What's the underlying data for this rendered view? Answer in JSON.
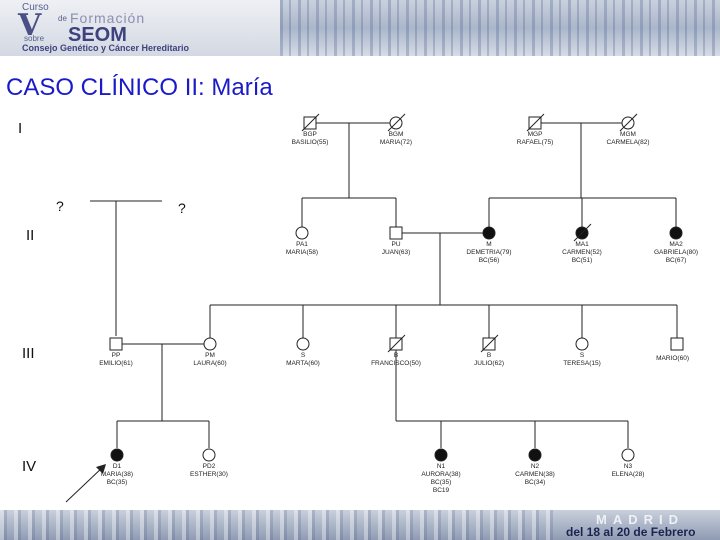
{
  "header": {
    "logo_curso": "Curso",
    "logo_de": "de",
    "logo_formacion": "Formación",
    "logo_seom": "SEOM",
    "logo_sobre": "sobre",
    "logo_consejo": "Consejo Genético y Cáncer Hereditario"
  },
  "slide": {
    "title": "CASO CLÍNICO II: María"
  },
  "generations": [
    "I",
    "II",
    "III",
    "IV"
  ],
  "unknowns": [
    "?",
    "?"
  ],
  "people": [
    {
      "id": "bgp",
      "gen": 1,
      "sex": "male",
      "affected": false,
      "deceased": true,
      "lines": [
        "BGP",
        "BASILIO(55)"
      ]
    },
    {
      "id": "bgm",
      "gen": 1,
      "sex": "female",
      "affected": false,
      "deceased": true,
      "lines": [
        "BGM",
        "MARIA(72)"
      ]
    },
    {
      "id": "mgp",
      "gen": 1,
      "sex": "male",
      "affected": false,
      "deceased": true,
      "lines": [
        "MGP",
        "RAFAEL(75)"
      ]
    },
    {
      "id": "mgm",
      "gen": 1,
      "sex": "female",
      "affected": false,
      "deceased": true,
      "lines": [
        "MGM",
        "CARMELA(82)"
      ]
    },
    {
      "id": "pa",
      "gen": 2,
      "sex": "female",
      "affected": false,
      "deceased": false,
      "lines": [
        "PA1",
        "MARIA(58)"
      ]
    },
    {
      "id": "pu",
      "gen": 2,
      "sex": "male",
      "affected": false,
      "deceased": false,
      "lines": [
        "PU",
        "JUAN(63)"
      ]
    },
    {
      "id": "m",
      "gen": 2,
      "sex": "female",
      "affected": true,
      "deceased": false,
      "lines": [
        "M",
        "DEMETRIA(79)",
        "BC(56)"
      ]
    },
    {
      "id": "ma1",
      "gen": 2,
      "sex": "female",
      "affected": true,
      "deceased": true,
      "lines": [
        "MA1",
        "CARMEN(52)",
        "BC(51)"
      ]
    },
    {
      "id": "ma2",
      "gen": 2,
      "sex": "female",
      "affected": true,
      "deceased": false,
      "lines": [
        "MA2",
        "GABRIELA(80)",
        "BC(67)"
      ]
    },
    {
      "id": "pp",
      "gen": 3,
      "sex": "male",
      "affected": false,
      "deceased": false,
      "lines": [
        "PP",
        "EMILIO(61)"
      ]
    },
    {
      "id": "pm",
      "gen": 3,
      "sex": "female",
      "affected": false,
      "deceased": false,
      "lines": [
        "PM",
        "LAURA(60)"
      ]
    },
    {
      "id": "s",
      "gen": 3,
      "sex": "female",
      "affected": false,
      "deceased": false,
      "lines": [
        "S",
        "MARTA(60)"
      ]
    },
    {
      "id": "b1",
      "gen": 3,
      "sex": "male",
      "affected": false,
      "deceased": true,
      "lines": [
        "B",
        "FRANCISCO(50)"
      ]
    },
    {
      "id": "b2",
      "gen": 3,
      "sex": "male",
      "affected": false,
      "deceased": true,
      "lines": [
        "B",
        "JULIO(62)"
      ]
    },
    {
      "id": "s2",
      "gen": 3,
      "sex": "female",
      "affected": false,
      "deceased": false,
      "lines": [
        "S",
        "TERESA(15)"
      ]
    },
    {
      "id": "s3",
      "gen": 3,
      "sex": "male",
      "affected": false,
      "deceased": false,
      "lines": [
        "MARIO(60)"
      ]
    },
    {
      "id": "d1",
      "gen": 4,
      "sex": "female",
      "affected": true,
      "deceased": false,
      "lines": [
        "D1",
        "MARIA(38)",
        "BC(35)"
      ]
    },
    {
      "id": "d2",
      "gen": 4,
      "sex": "female",
      "affected": false,
      "deceased": false,
      "lines": [
        "PD2",
        "ESTHER(30)"
      ]
    },
    {
      "id": "n1",
      "gen": 4,
      "sex": "female",
      "affected": true,
      "deceased": false,
      "lines": [
        "N1",
        "AURORA(38)",
        "BC(35)",
        "BC19"
      ]
    },
    {
      "id": "n2",
      "gen": 4,
      "sex": "female",
      "affected": true,
      "deceased": false,
      "lines": [
        "N2",
        "CARMEN(38)",
        "BC(34)"
      ]
    },
    {
      "id": "n3",
      "gen": 4,
      "sex": "female",
      "affected": false,
      "deceased": false,
      "lines": [
        "N3",
        "ELENA(28)"
      ]
    }
  ],
  "footer": {
    "city": "MADRID",
    "dates": "del 18 al 20 de Febrero"
  }
}
